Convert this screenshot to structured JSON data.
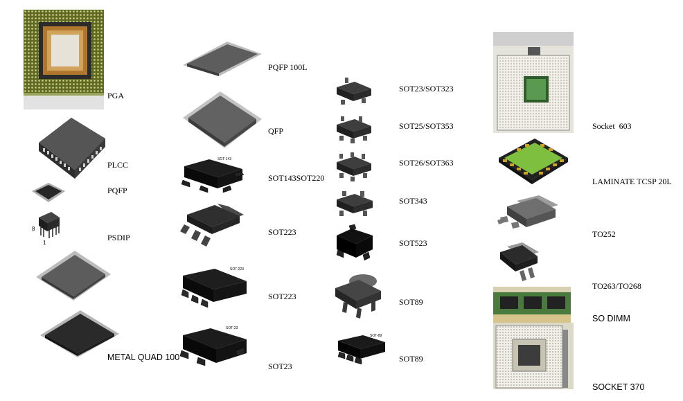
{
  "packages": {
    "pga": "PGA",
    "plcc": "PLCC",
    "pqfp": "PQFP",
    "psdip": "PSDIP",
    "psdip_pin1": "1",
    "psdip_pin8": "8",
    "metal_quad": "METAL QUAD 100",
    "pqfp100l": "PQFP 100L",
    "qfp": "QFP",
    "sot143": "SOT143SOT220",
    "sot143_marking": "SOT-143",
    "sot223_a": "SOT223",
    "sot223_b": "SOT223",
    "sot223_marking": "SOT-223",
    "sot23": "SOT23",
    "sot23_marking": "SOT-23",
    "sot23_323": "SOT23/SOT323",
    "sot25_353": "SOT25/SOT353",
    "sot26_363": "SOT26/SOT363",
    "sot343": "SOT343",
    "sot523": "SOT523",
    "sot89_a": "SOT89",
    "sot89_b": "SOT89",
    "sot89_marking": "SOT-89",
    "socket603": "Socket  603",
    "laminate": "LAMINATE TCSP 20L",
    "to252": "TO252",
    "to263": "TO263/TO268",
    "sodimm": "SO DIMM",
    "socket370": "SOCKET 370"
  },
  "colors": {
    "chip_dark": "#3a3a3a",
    "chip_gray": "#5e5e5e",
    "lead_silver": "#bdbdbd",
    "pga_green": "#6b7a2a",
    "laminate_gold": "#c9a227",
    "laminate_green": "#7fbf3f",
    "socket_white": "#f1efe6"
  }
}
